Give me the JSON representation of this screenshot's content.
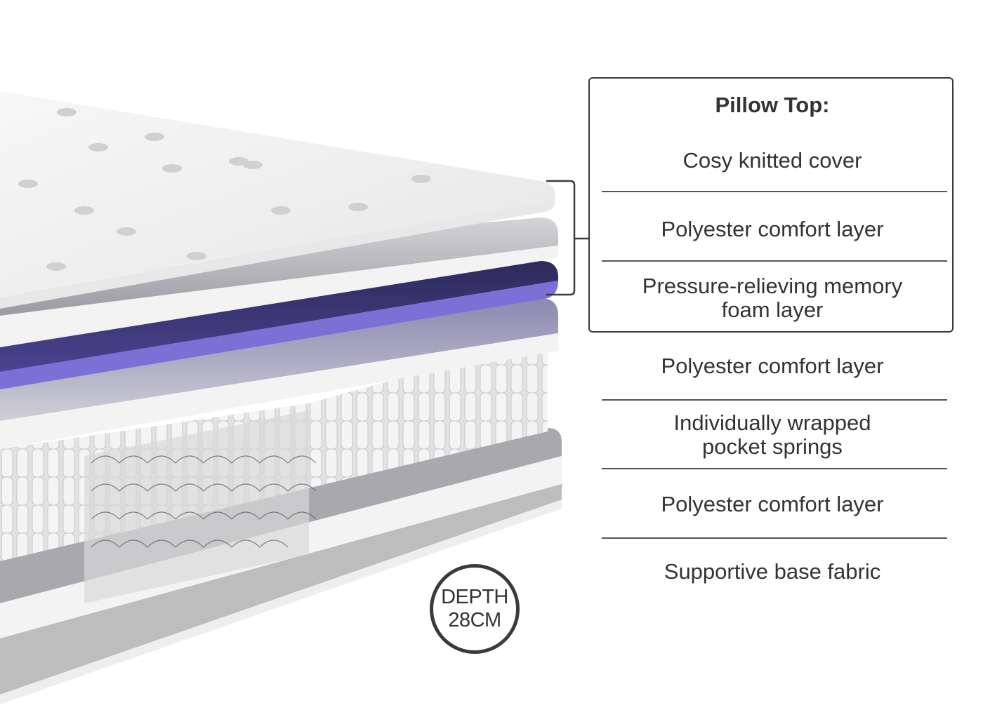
{
  "diagram": {
    "subject": "Pocket sprung pillow top mattress cross-section",
    "colors": {
      "memory_foam": "#5b4fb8",
      "memory_foam_edge": "#8a7ee0",
      "foam_white": "#f2f2f2",
      "outline": "#3a3a3a",
      "text": "#333333"
    },
    "pillow_top": {
      "title": "Pillow Top:",
      "layers": [
        {
          "label": "Cosy knitted cover"
        },
        {
          "label": "Polyester comfort layer"
        },
        {
          "label": "Pressure-relieving memory foam layer",
          "line1": "Pressure-relieving memory",
          "line2": "foam layer"
        }
      ]
    },
    "lower_layers": [
      {
        "label": "Polyester comfort layer"
      },
      {
        "label": "Individually wrapped pocket springs",
        "line1": "Individually wrapped",
        "line2": "pocket springs"
      },
      {
        "label": "Polyester comfort layer"
      },
      {
        "label": "Supportive base fabric"
      }
    ],
    "depth_badge": {
      "line1": "DEPTH",
      "line2": "28CM"
    }
  }
}
